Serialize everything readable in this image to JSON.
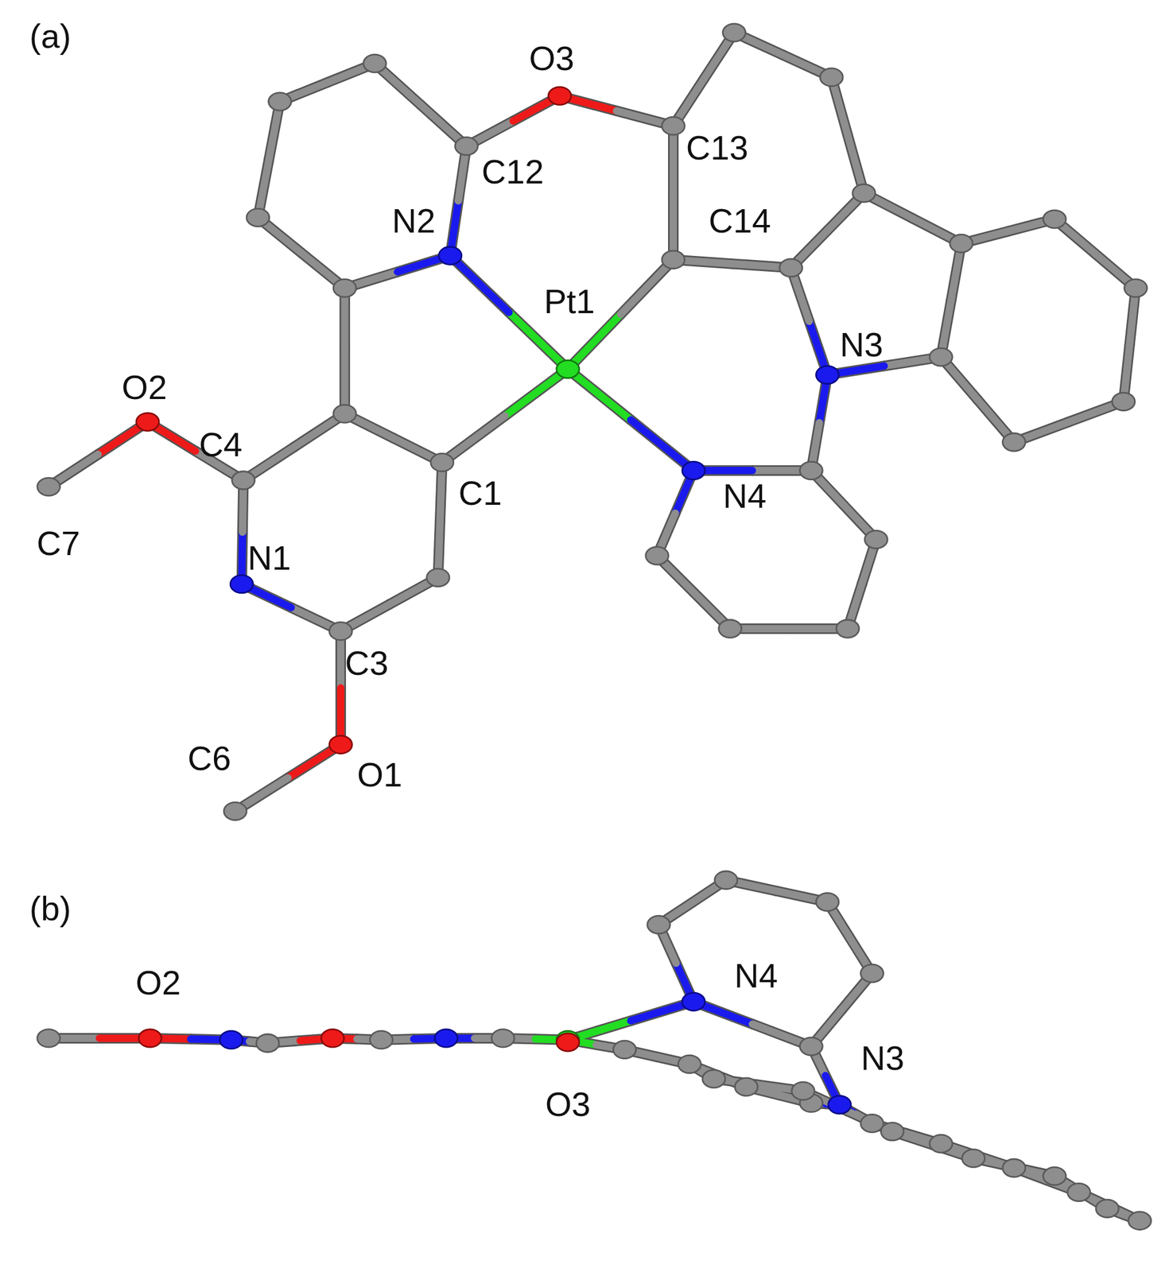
{
  "diagram": {
    "labels": [
      "(a)",
      "O3",
      "C12",
      "C13",
      "N2",
      "Pt1",
      "C14",
      "N3",
      "O2",
      "C4",
      "C1",
      "N4",
      "C7",
      "N1",
      "C3",
      "C6",
      "O1",
      "(b)",
      "O2",
      "N4",
      "N3",
      "O3"
    ]
  }
}
